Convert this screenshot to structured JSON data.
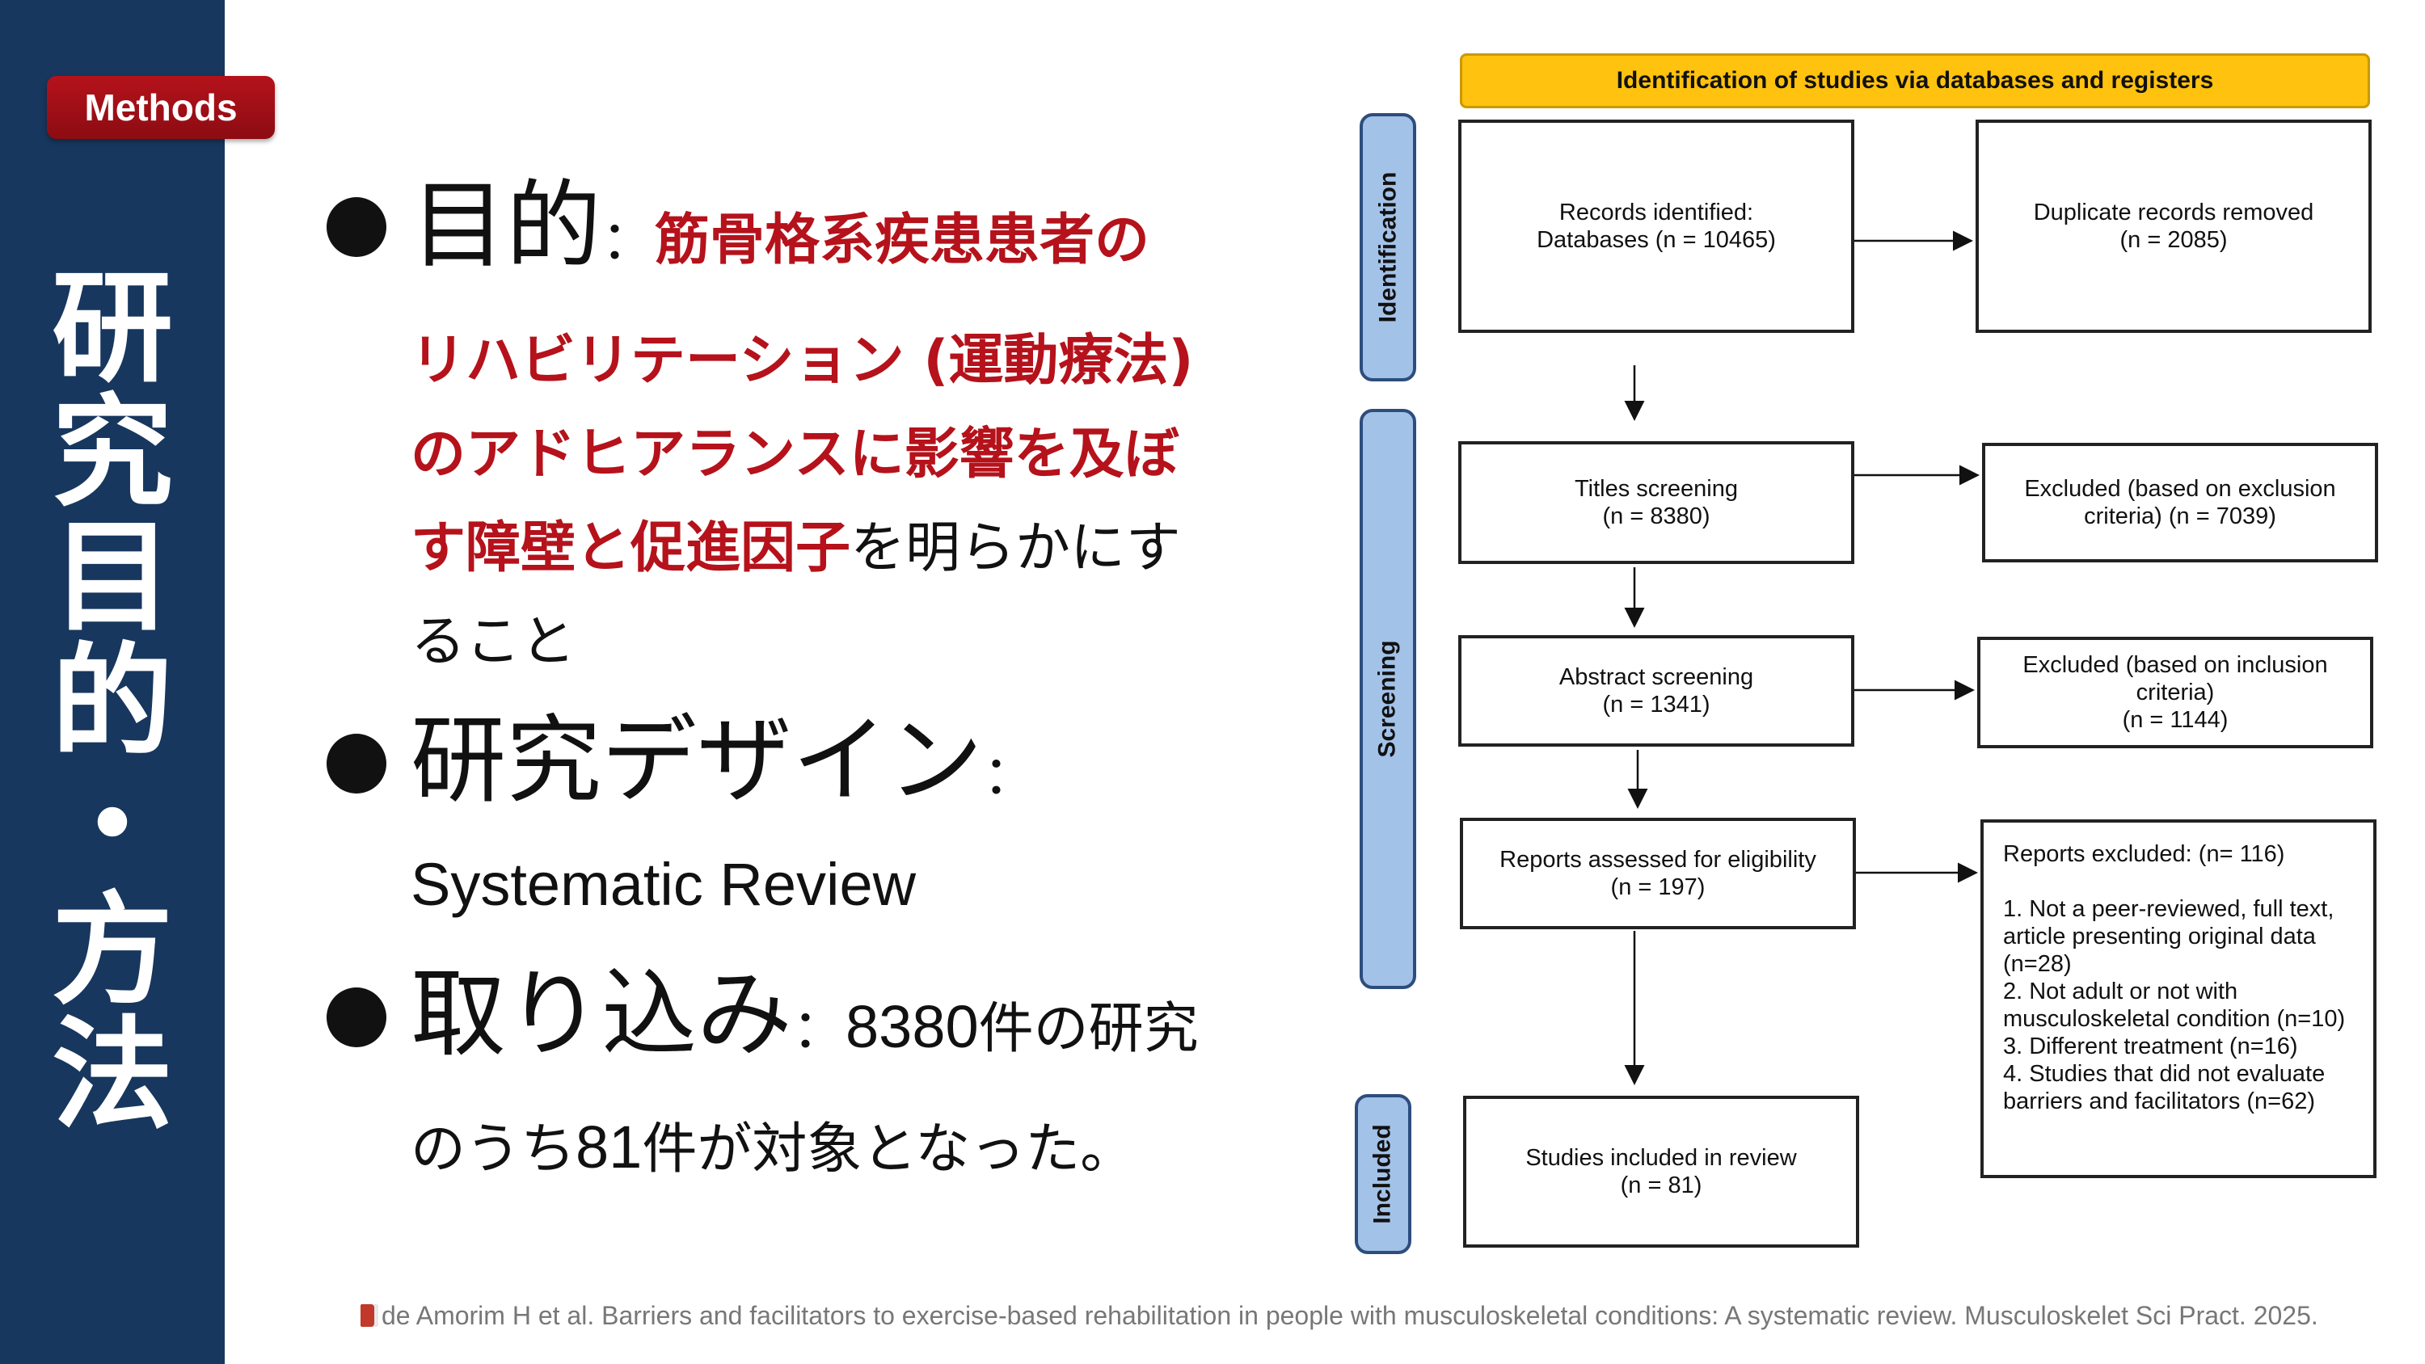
{
  "badge": "Methods",
  "side_title": [
    "研",
    "究",
    "目",
    "的",
    "・",
    "方",
    "法"
  ],
  "bullets": {
    "b1": {
      "title": "目的",
      "colon": "：",
      "red_1": "筋骨格系疾患患者の",
      "red_2": "リハビリテーション (運動療法)",
      "red_3": "のアドヒアランスに影響を及ぼ",
      "red_4": "す障壁と促進因子",
      "rest_4": "を明らかにす",
      "rest_5": "ること"
    },
    "b2": {
      "title": "研究デザイン",
      "colon": "：",
      "value": "Systematic Review"
    },
    "b3": {
      "title": "取り込み",
      "colon": "：",
      "num1": "8380",
      "text1": "件の研究",
      "text2a": "のうち",
      "num2": "81",
      "text2b": "件が対象となった。"
    }
  },
  "flow": {
    "header": "Identification of studies via databases and registers",
    "phases": {
      "identification": "Identification",
      "screening": "Screening",
      "included": "Included"
    },
    "records": "Records identified:\n  Databases (n = 10465)",
    "duplicates": "Duplicate records removed\n(n = 2085)",
    "titles": "Titles screening\n(n = 8380)",
    "excluded_exclusion": "Excluded (based on exclusion\ncriteria) (n = 7039)",
    "abstract": "Abstract screening\n(n = 1341)",
    "excluded_inclusion": "Excluded (based on inclusion\ncriteria)\n(n = 1144)",
    "reports": "Reports assessed for eligibility\n(n = 197)",
    "reports_excluded": "      Reports excluded: (n= 116)\n\n1. Not a peer-reviewed, full text,\narticle presenting original data\n(n=28)\n2. Not adult or not with\nmusculoskeletal condition (n=10)\n3. Different treatment (n=16)\n4. Studies that did not evaluate\nbarriers and facilitators (n=62)",
    "included": "Studies included in review\n(n = 81)"
  },
  "citation": "de Amorim H et al. Barriers and facilitators to exercise-based rehabilitation in people with musculoskeletal conditions: A systematic review. Musculoskelet Sci Pract. 2025.",
  "colors": {
    "navy": "#17375e",
    "red": "#b5121b",
    "yellow": "#ffc20e",
    "phase_blue": "#a3c2e8"
  }
}
